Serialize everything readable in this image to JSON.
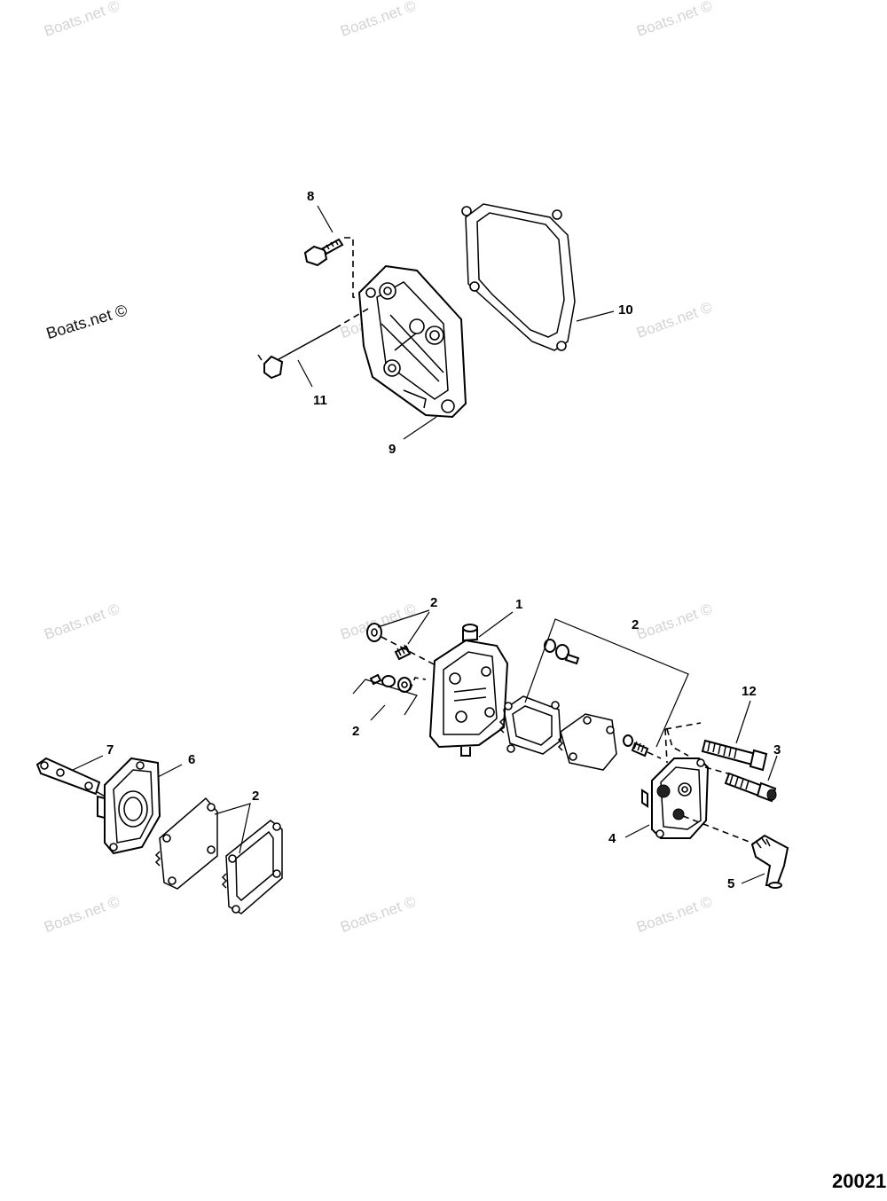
{
  "watermark": {
    "text": "Boats.net ©"
  },
  "diagram": {
    "id": "20021",
    "callouts": {
      "c1": "1",
      "c2a": "2",
      "c2b": "2",
      "c2c": "2",
      "c2d": "2",
      "c3": "3",
      "c4": "4",
      "c5": "5",
      "c6": "6",
      "c7": "7",
      "c8": "8",
      "c9": "9",
      "c10": "10",
      "c11": "11",
      "c12": "12"
    }
  }
}
